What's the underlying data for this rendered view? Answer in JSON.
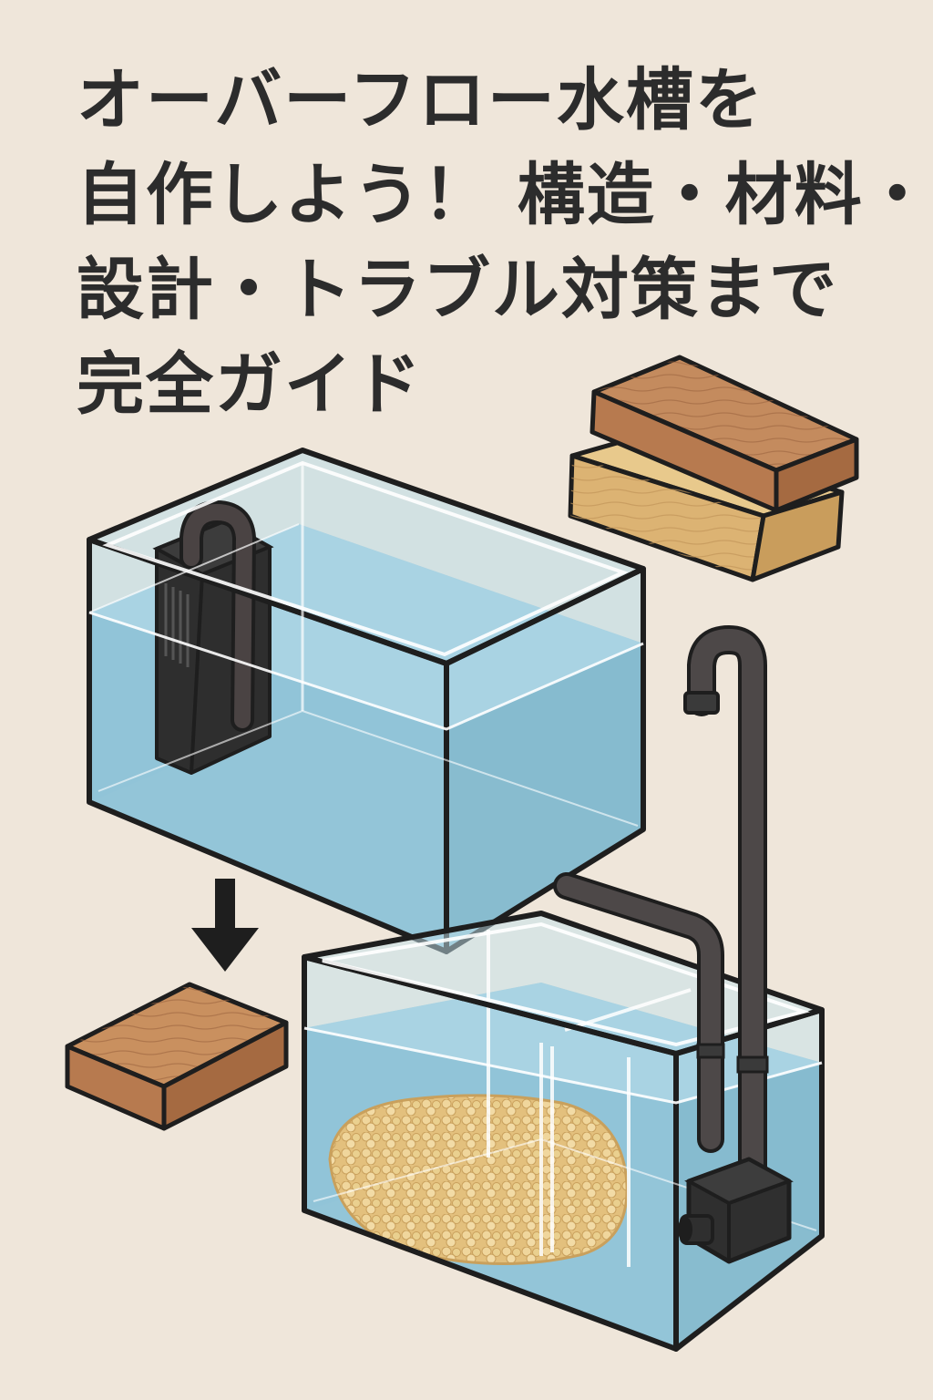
{
  "title": {
    "lines": [
      "オーバーフロー水槽を",
      "自作しよう！ 構造・材料・",
      "設計・トラブル対策まで",
      "完全ガイド"
    ]
  },
  "colors": {
    "background": "#efe6da",
    "water": "#8fc3d8",
    "outline": "#1e1e1e",
    "pipe": "#3a3a3a",
    "wood_dark": "#b77a4f",
    "wood_light": "#dcb373",
    "filter_media": "#e3c07d"
  },
  "illustration": {
    "upper_tank": "main-aquarium",
    "overflow_box": "overflow-box",
    "lower_tank": "sump-tank",
    "pump": "return-pump",
    "arrow": "down-arrow-icon",
    "wood_planks": "wood-plank"
  }
}
